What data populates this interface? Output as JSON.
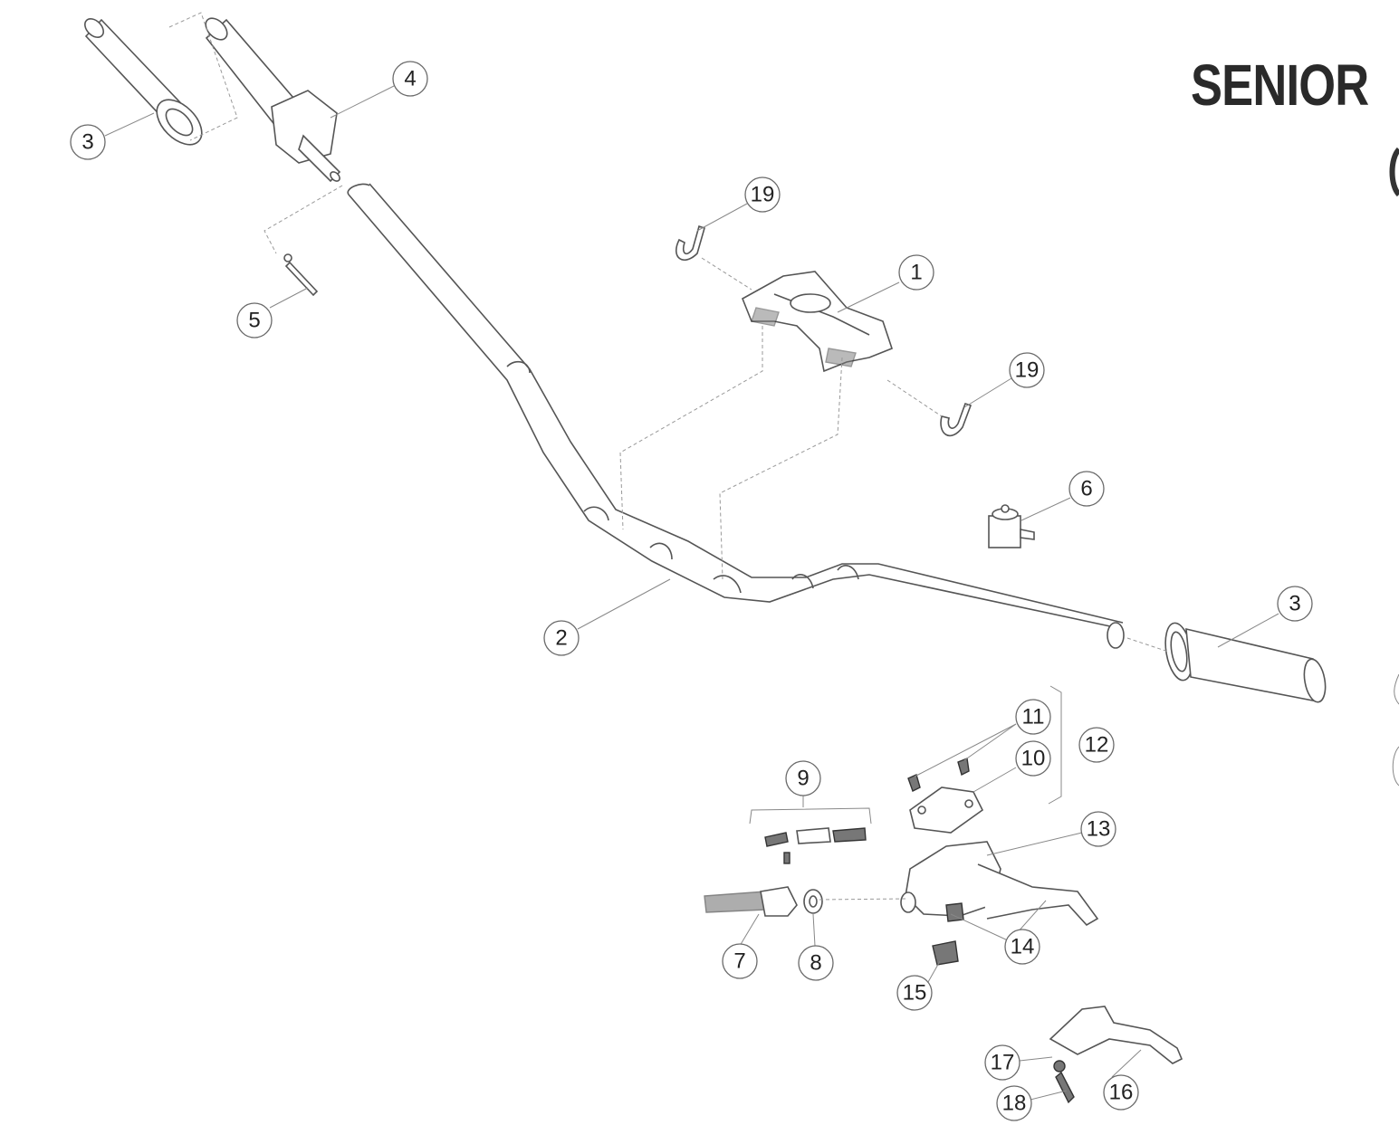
{
  "brand_text": "SENIOR",
  "callouts": [
    {
      "id": "c1",
      "label": "1"
    },
    {
      "id": "c2",
      "label": "2"
    },
    {
      "id": "c3a",
      "label": "3"
    },
    {
      "id": "c3b",
      "label": "3"
    },
    {
      "id": "c4",
      "label": "4"
    },
    {
      "id": "c5",
      "label": "5"
    },
    {
      "id": "c6",
      "label": "6"
    },
    {
      "id": "c7",
      "label": "7"
    },
    {
      "id": "c8",
      "label": "8"
    },
    {
      "id": "c9",
      "label": "9"
    },
    {
      "id": "c10",
      "label": "10"
    },
    {
      "id": "c11",
      "label": "11"
    },
    {
      "id": "c12",
      "label": "12"
    },
    {
      "id": "c13",
      "label": "13"
    },
    {
      "id": "c14",
      "label": "14"
    },
    {
      "id": "c15",
      "label": "15"
    },
    {
      "id": "c16",
      "label": "16"
    },
    {
      "id": "c17",
      "label": "17"
    },
    {
      "id": "c18",
      "label": "18"
    },
    {
      "id": "c19a",
      "label": "19"
    },
    {
      "id": "c19b",
      "label": "19"
    }
  ]
}
